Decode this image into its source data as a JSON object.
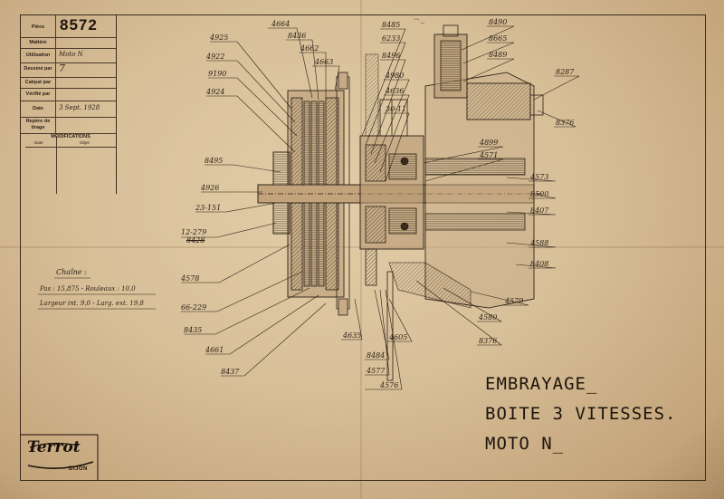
{
  "title_block": {
    "part_label": "Pièce",
    "part_number": "8572",
    "rows": [
      {
        "label": "Matière",
        "value": ""
      },
      {
        "label": "Utilisation",
        "value": "Moto N"
      },
      {
        "label": "Dessiné par",
        "value": "7"
      },
      {
        "label": "Calqué par",
        "value": ""
      },
      {
        "label": "Vérifié par",
        "value": ""
      },
      {
        "label": "Date",
        "value": "3 Sept. 1928"
      },
      {
        "label": "Repère de tirage",
        "value": ""
      }
    ],
    "modifications_label": "MODIFICATIONS",
    "mod_date_label": "Date",
    "mod_object_label": "Objet"
  },
  "part_labels_left": [
    {
      "text": "4925"
    },
    {
      "text": "4922"
    },
    {
      "text": "9190"
    },
    {
      "text": "4924"
    },
    {
      "text": "8495"
    },
    {
      "text": "4926"
    },
    {
      "text": "23-151"
    },
    {
      "text": "12-279"
    },
    {
      "text": "8428"
    },
    {
      "text": "4578"
    },
    {
      "text": "66-229"
    },
    {
      "text": "8435"
    },
    {
      "text": "4661"
    },
    {
      "text": "8437"
    }
  ],
  "part_labels_top": [
    {
      "text": "4664"
    },
    {
      "text": "8436"
    },
    {
      "text": "4662"
    },
    {
      "text": "4663"
    },
    {
      "text": "8485"
    },
    {
      "text": "6233"
    },
    {
      "text": "8496"
    },
    {
      "text": "4980"
    },
    {
      "text": "4636"
    },
    {
      "text": "30-11"
    },
    {
      "text": "8490"
    },
    {
      "text": "8665"
    },
    {
      "text": "8489"
    },
    {
      "text": "8287"
    },
    {
      "text": "8376"
    }
  ],
  "part_labels_right": [
    {
      "text": "4899"
    },
    {
      "text": "4571"
    },
    {
      "text": "4573"
    },
    {
      "text": "8500"
    },
    {
      "text": "8407"
    },
    {
      "text": "4588"
    },
    {
      "text": "8408"
    },
    {
      "text": "4579"
    },
    {
      "text": "4580"
    },
    {
      "text": "8376"
    }
  ],
  "part_labels_bottom": [
    {
      "text": "4635"
    },
    {
      "text": "4605"
    },
    {
      "text": "8484"
    },
    {
      "text": "4577"
    },
    {
      "text": "4576"
    }
  ],
  "chain_note": {
    "heading": "Chaîne :",
    "line1": "Pas : 15,875 - Rouleaux : 10,0",
    "line2": "Largeur int. 9,0 - Larg. ext. 19,8"
  },
  "drawing_title": [
    "EMBRAYAGE_",
    "BOITE 3 VITESSES.",
    "MOTO N_"
  ],
  "logo": {
    "brand": "Terrot",
    "city": "DIJON"
  },
  "colors": {
    "paper": "#d7bf98",
    "ink": "#2a1f15",
    "wash": "#8a6a4a"
  }
}
